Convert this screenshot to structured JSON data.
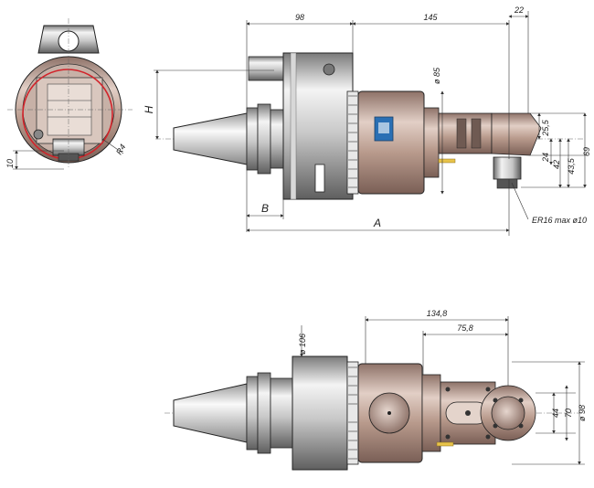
{
  "colors": {
    "steel_light": "#e8e8e8",
    "steel_mid": "#b9b9b9",
    "steel_dark": "#6e6e6e",
    "bronze": "#b89a8c",
    "bronze_dark": "#8a6e64",
    "red_circle": "#d2232a",
    "yellow_pin": "#e8c34a",
    "badge_blue": "#2a6fb4"
  },
  "top_view": {
    "dims": {
      "d98": "98",
      "d145": "145",
      "d22": "22",
      "phi85": "ø 85",
      "d25_5": "25,5",
      "d24": "24",
      "d42": "42",
      "d43_5": "43,5",
      "d69": "69",
      "H": "H",
      "B": "B",
      "A": "A",
      "collet": "ER16  max  ø10"
    }
  },
  "side_view": {
    "dims": {
      "d10": "10",
      "r4": "R4"
    }
  },
  "bottom_view": {
    "dims": {
      "d134_8": "134,8",
      "d75_8": "75,8",
      "phi106": "ø 106",
      "d44": "44",
      "d70": "70",
      "phi98": "ø 98"
    }
  }
}
